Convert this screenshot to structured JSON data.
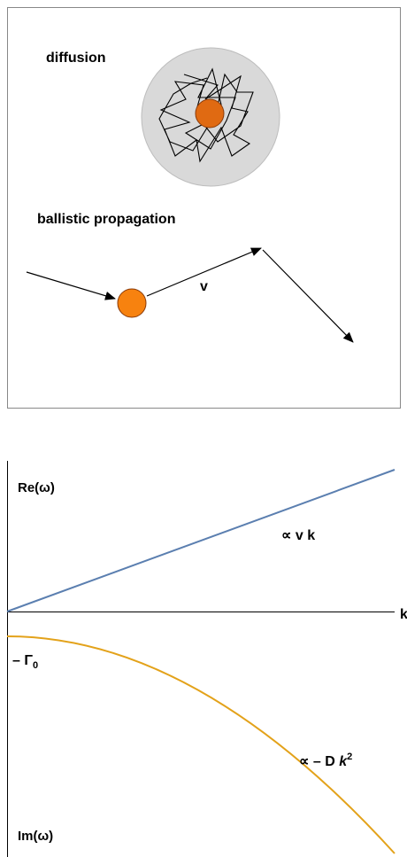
{
  "panel_top": {
    "diffusion_label": "diffusion",
    "ballistic_label": "ballistic propagation",
    "velocity_label": "v"
  },
  "panel_bottom": {
    "re_axis_label": "Re(ω)",
    "im_axis_label": "Im(ω)",
    "k_axis_label": "k",
    "gamma_label": "– Γ",
    "gamma_subscript": "0",
    "linear_label": "∝ v k",
    "quadratic_label_prefix": "∝ – D ",
    "quadratic_label_k": "k",
    "quadratic_label_exp": "2"
  },
  "colors": {
    "particle": "#f7820f",
    "diffusion_particle": "#e06a12",
    "diffusion_disk": "#d9d9d9",
    "linear_curve": "#5b7fb0",
    "quadratic_curve": "#e3a21a",
    "frame": "#888888"
  }
}
